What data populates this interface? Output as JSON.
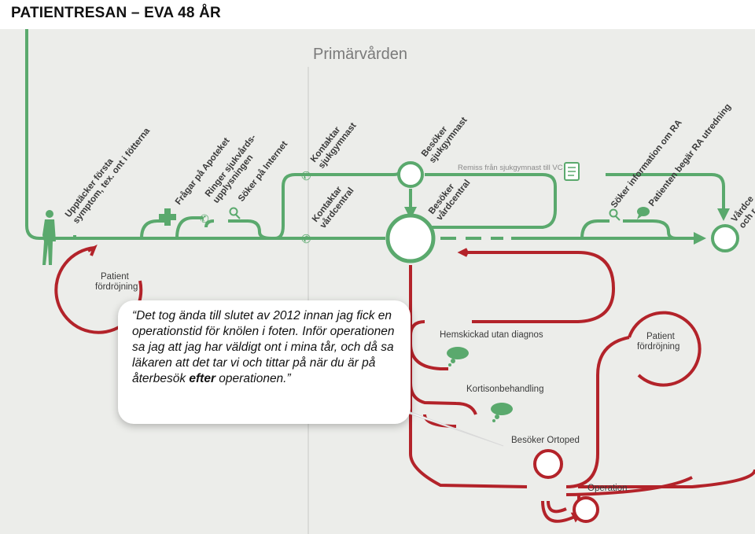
{
  "title": "PATIENTRESAN – EVA 48 ÅR",
  "area_label": "Primärvården",
  "green_steps": {
    "discover": [
      "Upptäcker första",
      "symptom, tex. ont i fötterna"
    ],
    "pharmacy": "Frågar på Apoteket",
    "call": [
      "Ringer sjukvårds-",
      "upplysningen"
    ],
    "internet": "Söker på Internet",
    "contact_physio": [
      "Kontaktar",
      "sjukgymnast"
    ],
    "contact_vc": [
      "Kontaktar",
      "vårdcentral"
    ],
    "visit_physio": [
      "Besöker",
      "sjukgymnast"
    ],
    "visit_vc": [
      "Besöker",
      "vårdcentral"
    ],
    "search_ra": "Söker information om RA",
    "request_ra": "Patienten begär RA utredning",
    "vc_cut": [
      "Vårdce",
      "och r"
    ]
  },
  "remiss": "Remiss från sjukgymnast till VC",
  "red_steps": {
    "delay_left": [
      "Patient",
      "fördröjning"
    ],
    "delay_right": [
      "Patient",
      "fördröjning"
    ],
    "sent_home": "Hemskickad utan diagnos",
    "cortisone": "Kortisonbehandling",
    "ortho": "Besöker Ortoped",
    "operation": "Operation"
  },
  "quote": {
    "part1": "Det tog ända till slutet av 2012 innan jag fick en operationstid för knölen i foten. Inför operationen sa jag att jag har väldigt ont i mina tår, och då sa läkaren att det tar vi och tittar på när du är på återbesök ",
    "emphasis": "efter",
    "part2": " operationen."
  },
  "colors": {
    "green": "#5aa96d",
    "red": "#b3232a",
    "background": "#ecedea",
    "divider": "#c8c9c6"
  },
  "icons": [
    "phone-icon",
    "magnifier-icon",
    "pharmacy-cross-icon",
    "document-icon",
    "speech-icon",
    "thought-cloud-icon",
    "person-icon"
  ]
}
